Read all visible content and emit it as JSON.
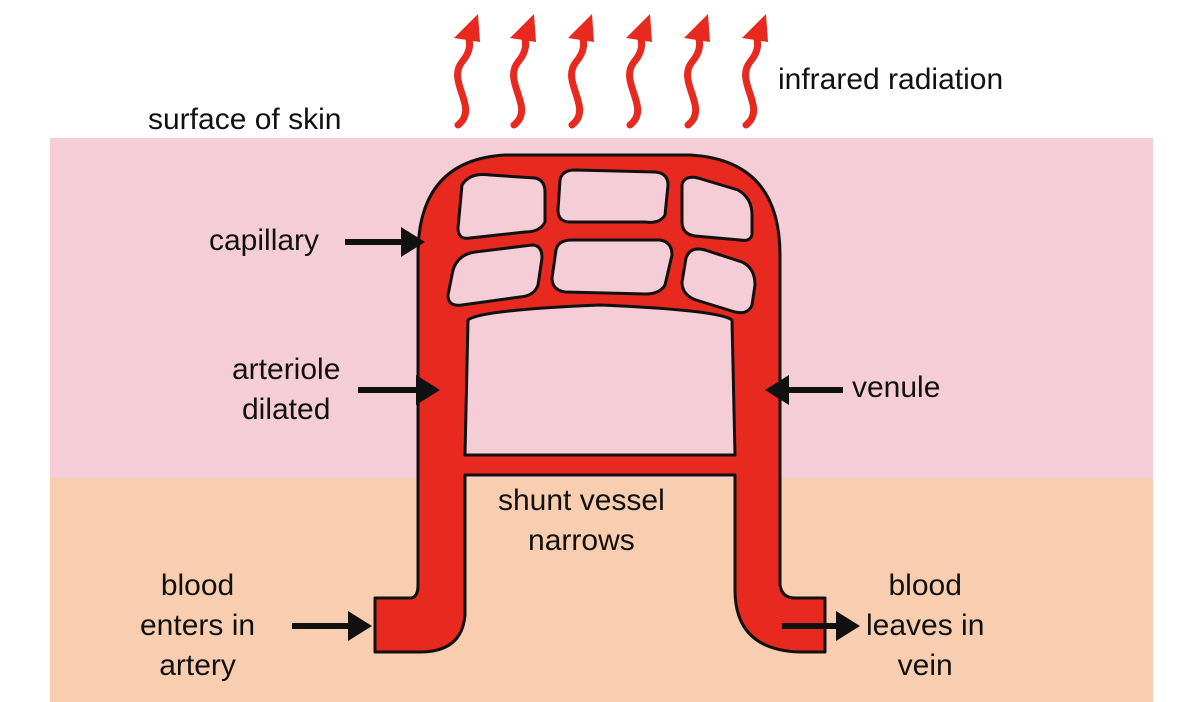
{
  "colors": {
    "epidermis": "#f5cdd6",
    "dermis": "#f8cdb0",
    "vessel": "#e8291f",
    "vessel_outline": "#111111",
    "arrow": "#111111",
    "radiation": "#e8291f"
  },
  "labels": {
    "surface": "surface of skin",
    "radiation": "infrared radiation",
    "capillary": "capillary",
    "arteriole": [
      "arteriole",
      "dilated"
    ],
    "venule": "venule",
    "shunt": [
      "shunt vessel",
      "narrows"
    ],
    "blood_in": [
      "blood",
      "enters in",
      "artery"
    ],
    "blood_out": [
      "blood",
      "leaves in",
      "vein"
    ]
  },
  "icons": {
    "radiation": "wavy-arrow-icon",
    "pointer": "arrow-icon"
  }
}
